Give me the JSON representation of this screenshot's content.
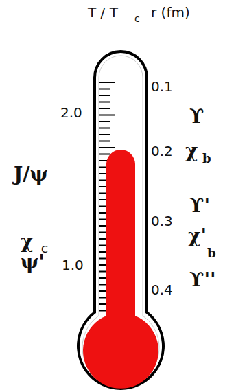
{
  "diagram": {
    "labels": [
      "T / T",
      "c",
      "r (fm)",
      "2.0",
      "1.0",
      "J/ψ",
      "χ",
      "C",
      "ψ'",
      "0.1",
      "0.2",
      "0.3",
      "0.4",
      "ϒ",
      "χ",
      "b",
      "ϒ'",
      "χ'",
      "b",
      "ϒ''"
    ]
  }
}
